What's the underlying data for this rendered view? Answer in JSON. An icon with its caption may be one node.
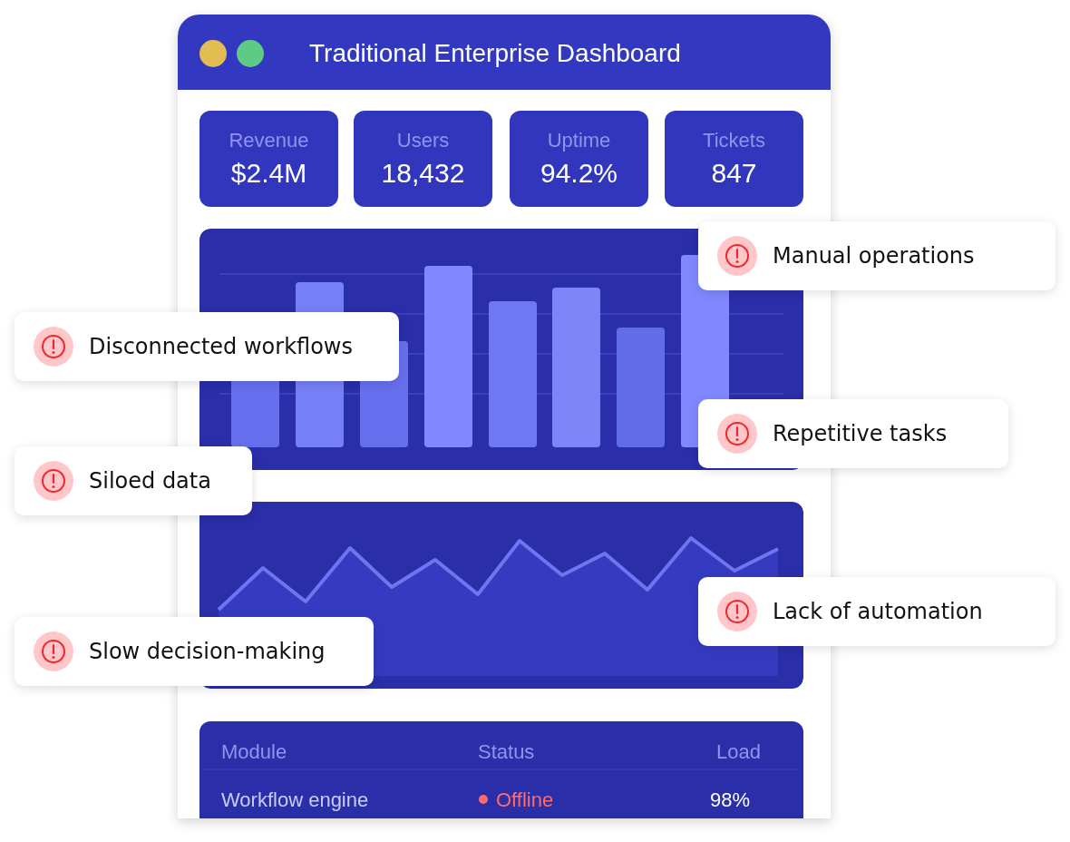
{
  "diagram": {
    "nodes": [
      {
        "text": [
          "Traditional Enterprise Dashboard"
        ]
      },
      {
        "text": [
          "Revenue",
          "$2.4M"
        ],
        "in": 0
      },
      {
        "text": [
          "Users",
          "18,432"
        ],
        "in": 0
      },
      {
        "text": [
          "Uptime",
          "94.2%"
        ],
        "in": 0
      },
      {
        "text": [
          "Tickets",
          "847"
        ],
        "in": 0
      },
      {
        "text": [
          "Manual operations"
        ]
      },
      {
        "text": [
          "Disconnected workflows"
        ]
      },
      {
        "text": [
          "Repetitive tasks"
        ]
      },
      {
        "text": [
          "Siloed data"
        ]
      },
      {
        "text": [
          "Lack of automation"
        ]
      },
      {
        "text": [
          "Slow decision-making"
        ]
      }
    ],
    "edges": [],
    "labels": [
      "Module",
      "Status",
      "Load",
      "Workflow engine",
      "Offline",
      "98%"
    ]
  }
}
